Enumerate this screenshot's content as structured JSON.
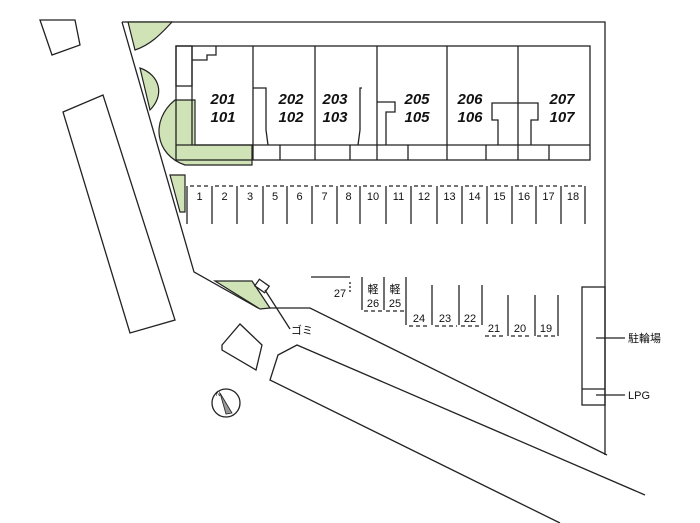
{
  "units": [
    {
      "upper": "201",
      "lower": "101"
    },
    {
      "upper": "202",
      "lower": "102"
    },
    {
      "upper": "203",
      "lower": "103"
    },
    {
      "upper": "205",
      "lower": "105"
    },
    {
      "upper": "206",
      "lower": "106"
    },
    {
      "upper": "207",
      "lower": "107"
    }
  ],
  "parking_top": [
    "1",
    "2",
    "3",
    "5",
    "6",
    "7",
    "8",
    "10",
    "11",
    "12",
    "13",
    "14",
    "15",
    "16",
    "17",
    "18"
  ],
  "parking_bottom": {
    "p27": "27",
    "p26": "26",
    "p26_kei": "軽",
    "p25": "25",
    "p25_kei": "軽",
    "p24": "24",
    "p23": "23",
    "p22": "22",
    "p21": "21",
    "p20": "20",
    "p19": "19"
  },
  "labels": {
    "garbage": "ゴミ",
    "bicycle": "駐輪場",
    "lpg": "LPG"
  },
  "colors": {
    "green": "#cfe3b6",
    "line": "#222222"
  }
}
